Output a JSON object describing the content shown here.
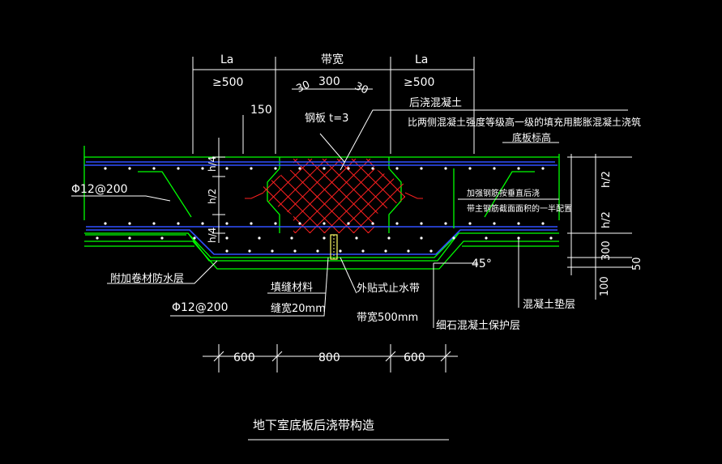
{
  "diagram": {
    "title": "地下室底板后浇带构造",
    "colors": {
      "background": "#000000",
      "concrete": "#00ff00",
      "rebar": "#3050ff",
      "hatch": "#ff2020",
      "text": "#ffffff",
      "waterstop": "#ffff66"
    },
    "labels": {
      "la_left": "La",
      "la_right": "La",
      "band_width": "带宽",
      "ge500_left": "≥500",
      "ge500_right": "≥500",
      "dim_30_left": "30",
      "dim_300": "300",
      "dim_30_right": "30",
      "dim_150": "150",
      "steel_plate": "钢板 t=3",
      "post_cast_concrete": "后浇混凝土",
      "post_cast_note": "比两侧混凝土强度等级高一级的填充用膨胀混凝土浇筑",
      "slab_elevation": "底板标高",
      "h4_top": "h/4",
      "h2_mid": "h/2",
      "h4_bottom": "h/4",
      "rebar_left": "Φ12@200",
      "add_rebar_note1": "加强钢筋按垂直后浇",
      "add_rebar_note2": "带主钢筋截面面积的一半配置",
      "h2_right_top": "h/2",
      "h2_right_bottom": "h/2",
      "dim_300_right": "300",
      "dim_100": "100",
      "dim_50": "50",
      "angle_45": "45°",
      "waterproof_layer": "附加卷材防水层",
      "rebar_bottom": "Φ12@200",
      "filler": "填缝材料",
      "gap_width": "缝宽20mm",
      "waterstop": "外贴式止水带",
      "waterstop_width": "带宽500mm",
      "protect_layer": "细石混凝土保护层",
      "cushion_layer": "混凝土垫层",
      "dim_600_left": "600",
      "dim_800": "800",
      "dim_600_right": "600"
    }
  }
}
